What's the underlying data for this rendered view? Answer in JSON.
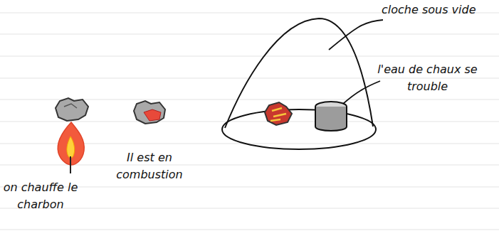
{
  "diagram": {
    "labels": [
      "on chauffe le charbon",
      "Il est en combustion",
      "cloche sous vide",
      "l'eau de chaux se trouble"
    ]
  }
}
